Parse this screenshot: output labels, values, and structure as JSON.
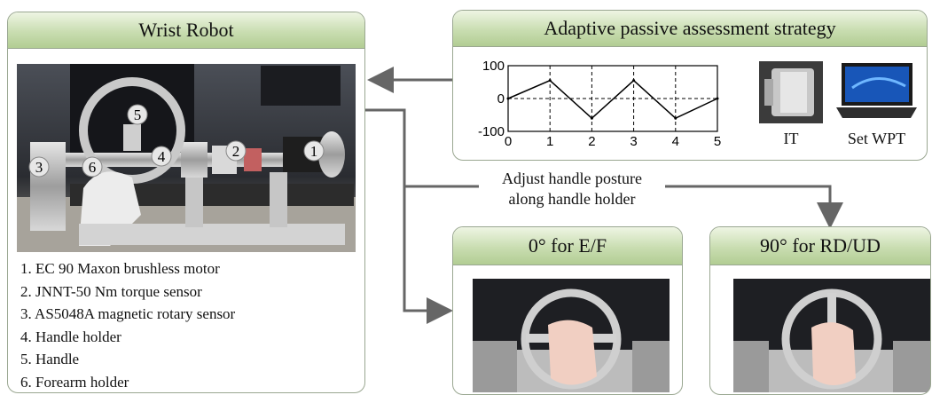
{
  "wrist_robot": {
    "title": "Wrist Robot",
    "components": [
      "1. EC 90 Maxon brushless motor",
      "2. JNNT-50 Nm torque sensor",
      "3. AS5048A magnetic rotary sensor",
      "4. Handle holder",
      "5. Handle",
      "6. Forearm holder"
    ],
    "markers": [
      "1",
      "2",
      "3",
      "4",
      "5",
      "6"
    ]
  },
  "strategy": {
    "title": "Adaptive passive assessment strategy",
    "it_label": "IT",
    "wpt_label": "Set WPT"
  },
  "adjust_note": {
    "line1": "Adjust handle posture",
    "line2": "along handle holder"
  },
  "postures": {
    "ef_title": "0°  for E/F",
    "rdud_title": "90°  for RD/UD"
  },
  "chart_data": {
    "type": "line",
    "x": [
      0,
      1,
      2,
      3,
      4,
      5
    ],
    "y": [
      0,
      55,
      -60,
      55,
      -60,
      0
    ],
    "xticks": [
      "0",
      "1",
      "2",
      "3",
      "4",
      "5"
    ],
    "yticks": [
      "100",
      "0",
      "-100"
    ],
    "xlim": [
      0,
      5
    ],
    "ylim": [
      -100,
      100
    ],
    "grid": "dashed vertical at integer x, dashed horizontal at 0"
  }
}
